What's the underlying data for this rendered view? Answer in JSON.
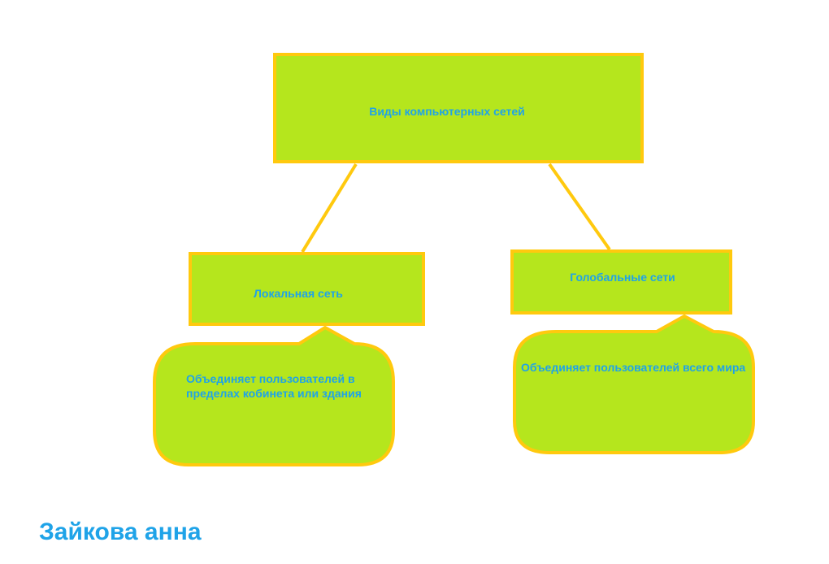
{
  "colors": {
    "fill": "#b5e61d",
    "border": "#ffc90e",
    "text": "#1fa3e8"
  },
  "diagram": {
    "root": {
      "label": "Виды компьютерных сетей"
    },
    "local": {
      "label": "Локальная сеть",
      "description": "Объединяет пользователей в пределах кобинета или здания"
    },
    "global": {
      "label": "Голобальные сети",
      "description": "Объединяет пользователей всего мира"
    }
  },
  "author": "Зайкова анна"
}
